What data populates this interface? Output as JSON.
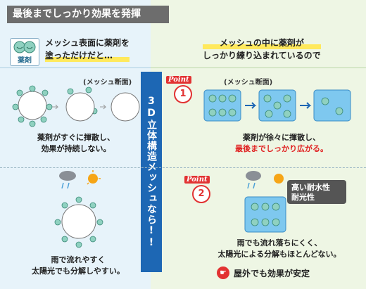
{
  "title": "最後までしっかり効果を発揮",
  "left_header": {
    "badge_label": "薬剤",
    "line1": "メッシュ表面に薬剤を",
    "line2": "塗っただけだと…"
  },
  "right_header": {
    "line1": "メッシュの中に薬剤が",
    "line2": "しっかり練り込まれているので"
  },
  "center_banner": "3D立体構造メッシュなら!!",
  "mesh_section_label": "(メッシュ断面)",
  "left_top_caption": {
    "line1": "薬剤がすぐに揮散し、",
    "line2": "効果が持続しない。"
  },
  "left_bottom_caption": {
    "line1": "雨で流れやすく",
    "line2": "太陽光でも分解しやすい。"
  },
  "point1": {
    "tag": "Point",
    "number": "1"
  },
  "point2": {
    "tag": "Point",
    "number": "2"
  },
  "right_top_caption": {
    "line1": "薬剤が徐々に揮散し、",
    "line2": "最後までしっかり広がる。"
  },
  "durability_badge": {
    "line1": "高い耐水性",
    "line2": "耐光性"
  },
  "right_bottom_caption": {
    "line1": "雨でも流れ落ちにくく、",
    "line2": "太陽光による分解もほとんどない。"
  },
  "stable_note": "屋外でも効果が安定",
  "colors": {
    "banner": "#1d67b4",
    "accent_red": "#e02020",
    "mesh_blue": "#7ec8ef",
    "drug_green": "#4e9e8e"
  }
}
